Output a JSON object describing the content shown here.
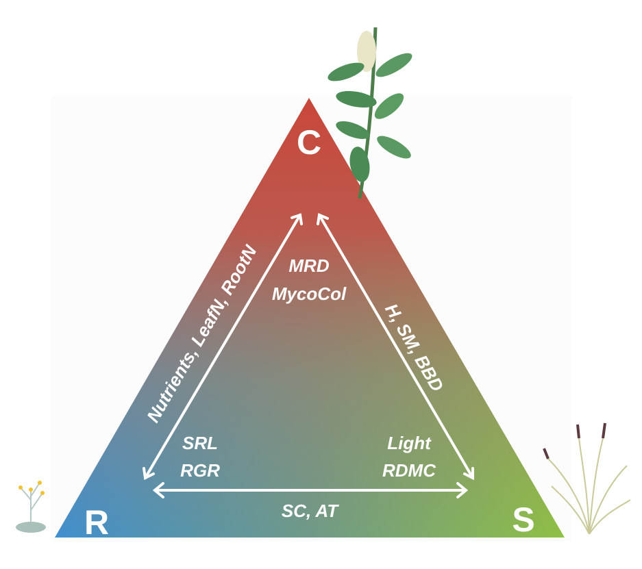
{
  "vertices": {
    "top": "C",
    "left": "R",
    "right": "S"
  },
  "edge_labels": {
    "left": "Nutrients, LeafN, RootN",
    "right": "H, SM, BBD",
    "bottom": "SC, AT"
  },
  "corner_labels": {
    "top": [
      "MRD",
      "MycoCol"
    ],
    "left": [
      "SRL",
      "RGR"
    ],
    "right": [
      "Light",
      "RDMC"
    ]
  },
  "colors": {
    "competitor": "#c9473a",
    "ruderal": "#3f8fcf",
    "stress_tolerator": "#8fc044"
  }
}
